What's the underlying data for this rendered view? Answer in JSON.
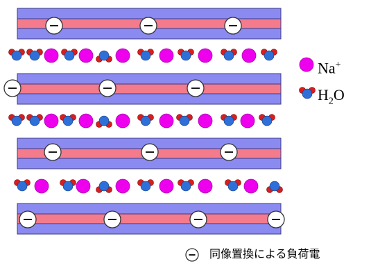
{
  "legend": {
    "na": {
      "base": "Na",
      "sup": "+"
    },
    "h2o": {
      "part1": "H",
      "sub": "2",
      "part2": "O"
    },
    "charge": "同像置換による負荷電"
  },
  "colors": {
    "sheet_outer": "#8a8af0",
    "sheet_border": "#3a3a8a",
    "sheet_core": "#f47b8c",
    "sodium": "#ee00ee",
    "water_oxygen": "#2f6fd8",
    "water_hydrogen": "#d81e1e",
    "charge_fill": "#ffffff",
    "charge_stroke": "#333333"
  },
  "icons": {
    "negative_charge": "minus-circle-icon",
    "sodium_ion": "magenta-circle-icon",
    "water_molecule": "water-molecule-icon"
  }
}
